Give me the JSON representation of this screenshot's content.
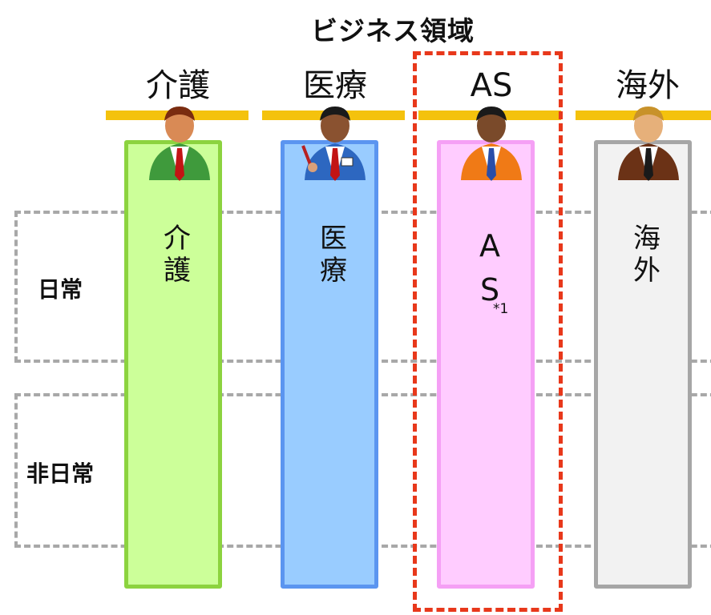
{
  "title": "ビジネス領域",
  "columns": [
    {
      "header": "介護",
      "pillar_text": "介\n護",
      "fill": "#ccff99",
      "border": "#8cd33f",
      "suit": "#3f9a3c"
    },
    {
      "header": "医療",
      "pillar_text": "医\n療",
      "fill": "#99ccff",
      "border": "#5b95f0",
      "suit": "#2d67c0"
    },
    {
      "header": "AS",
      "pillar_text": "A\nS",
      "footnote": "*1",
      "fill": "#ffccff",
      "border": "#f5a0f5",
      "suit": "#f07a16"
    },
    {
      "header": "海外",
      "pillar_text": "海\n外",
      "fill": "#f2f2f2",
      "border": "#a6a6a6",
      "suit": "#6b3216"
    }
  ],
  "rows": [
    {
      "label": "日常"
    },
    {
      "label": "非日常"
    }
  ],
  "highlight_color": "#e8381b",
  "underline_color": "#f4c20d",
  "icons": [
    "person-icon"
  ]
}
